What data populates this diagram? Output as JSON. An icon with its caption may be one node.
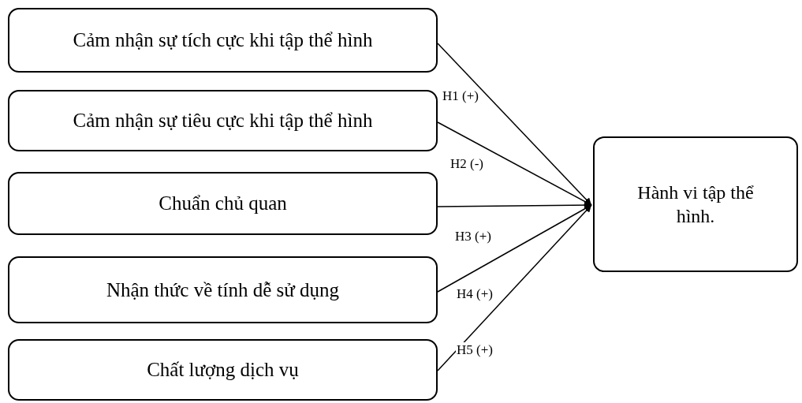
{
  "diagram": {
    "nodes": [
      {
        "text": [
          "Cảm nhận sự tích cực khi tập thể hình"
        ]
      },
      {
        "text": [
          "Cảm nhận sự tiêu cực khi tập thể hình"
        ]
      },
      {
        "text": [
          "Chuẩn chủ quan"
        ]
      },
      {
        "text": [
          "Nhận thức về tính dễ sử dụng"
        ]
      },
      {
        "text": [
          "Chất lượng dịch vụ"
        ]
      },
      {
        "text": [
          "Hành vi tập thể hình."
        ]
      }
    ],
    "edges": [
      {
        "from": 0,
        "to": 5,
        "arrow": "to",
        "label": "H1 (+)"
      },
      {
        "from": 1,
        "to": 5,
        "arrow": "to",
        "label": "H2 (-)"
      },
      {
        "from": 2,
        "to": 5,
        "arrow": "to",
        "label": "H3 (+)"
      },
      {
        "from": 3,
        "to": 5,
        "arrow": "to",
        "label": "H4 (+)"
      },
      {
        "from": 4,
        "to": 5,
        "arrow": "to",
        "label": "H5 (+)"
      }
    ]
  }
}
